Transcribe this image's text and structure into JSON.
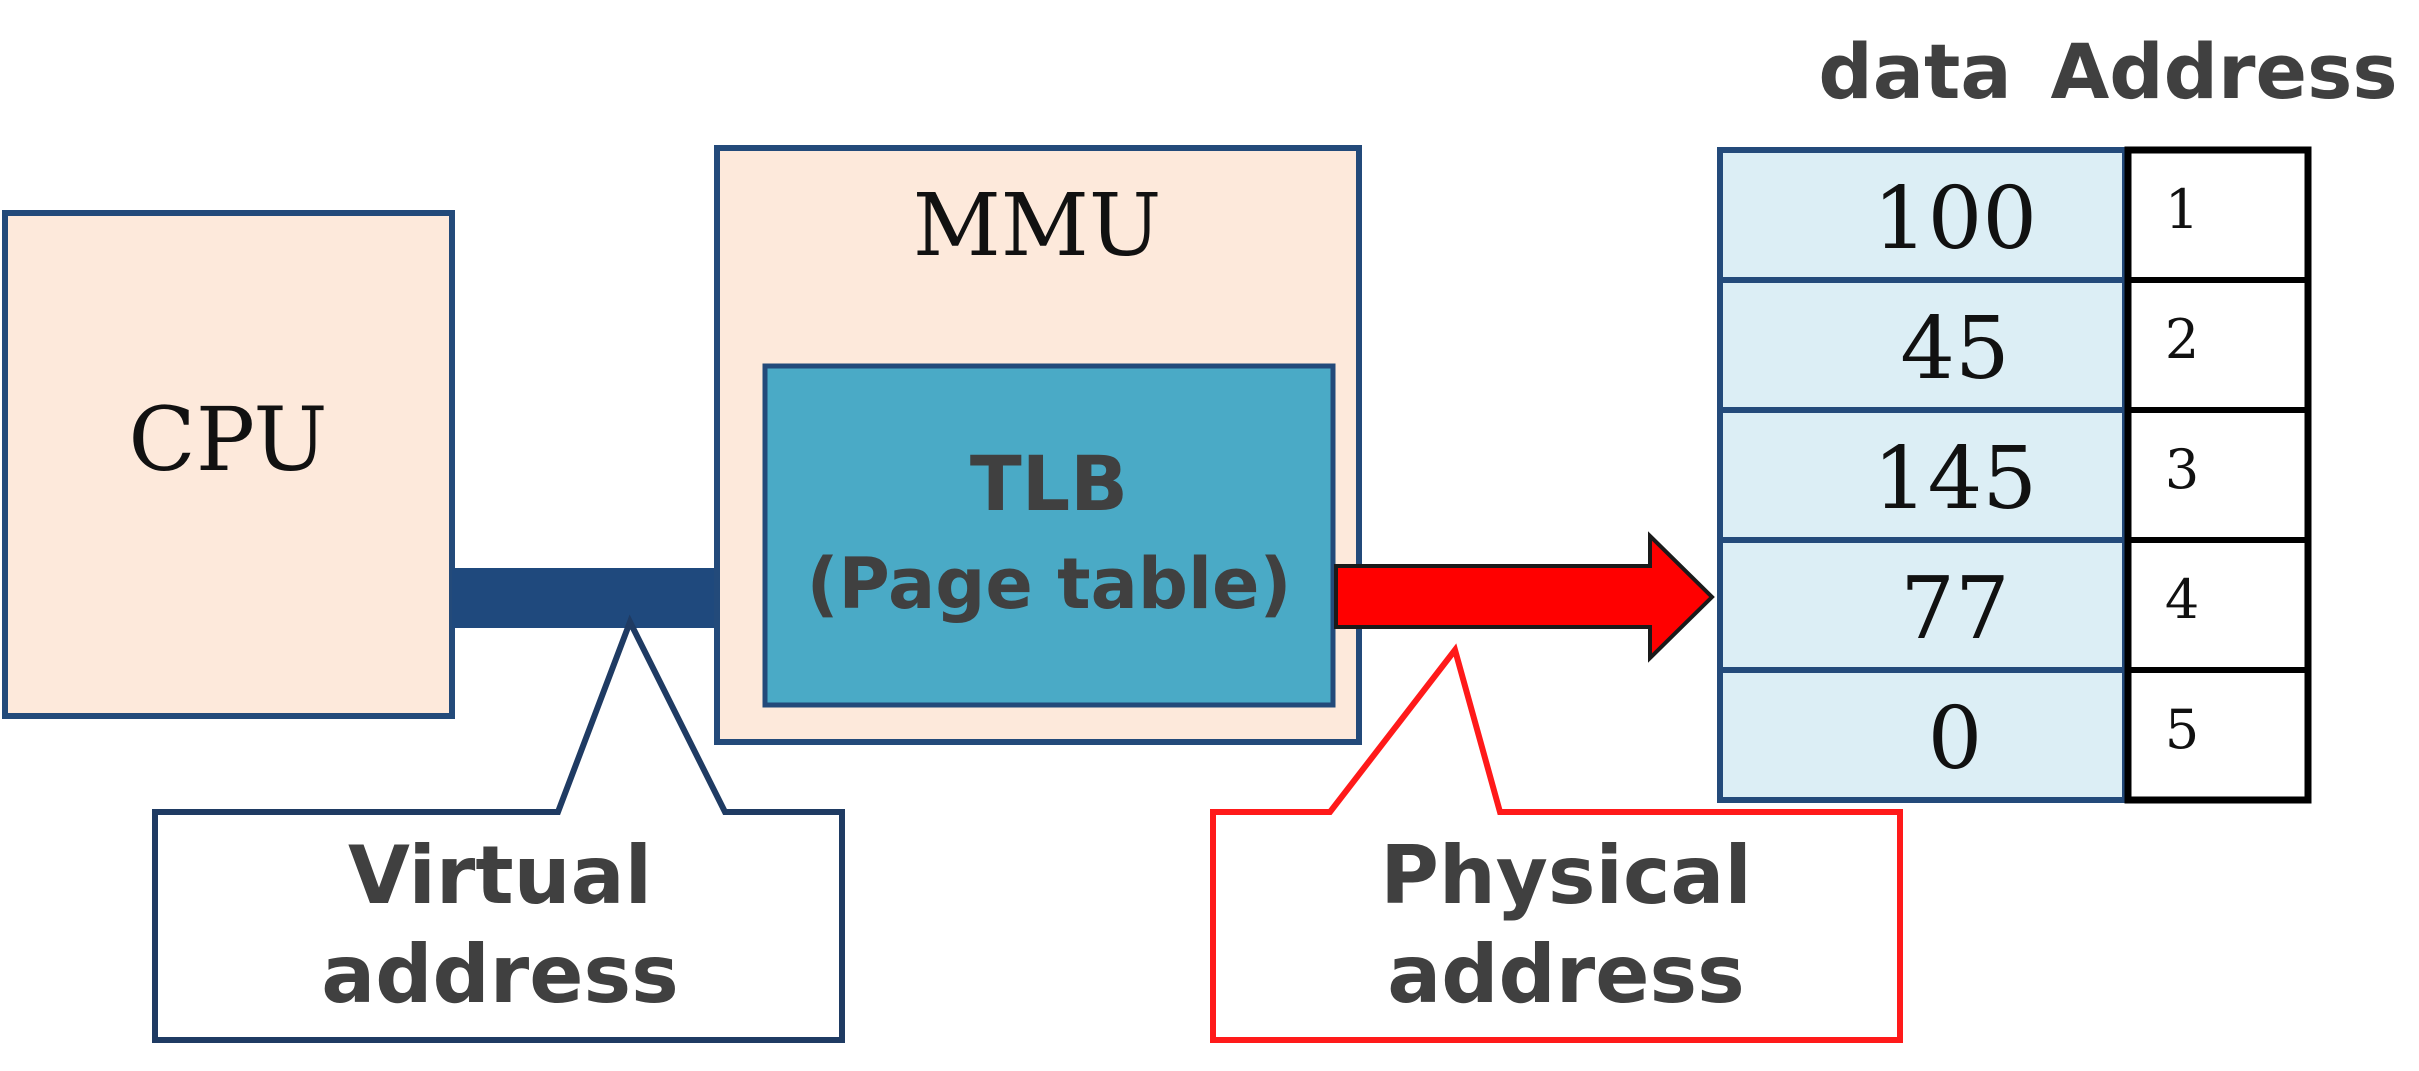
{
  "header": {
    "data_label": "data",
    "address_label": "Address"
  },
  "cpu": {
    "label": "CPU"
  },
  "mmu": {
    "label": "MMU",
    "tlb": {
      "line1": "TLB",
      "line2": "(Page table)"
    }
  },
  "callouts": {
    "virtual": {
      "line1": "Virtual",
      "line2": "address"
    },
    "physical": {
      "line1": "Physical",
      "line2": "address"
    }
  },
  "memory": {
    "rows": [
      {
        "data": "100",
        "address": "1"
      },
      {
        "data": "45",
        "address": "2"
      },
      {
        "data": "145",
        "address": "3"
      },
      {
        "data": "77",
        "address": "4"
      },
      {
        "data": "0",
        "address": "5"
      }
    ]
  },
  "colors": {
    "box_fill": "#fde9db",
    "box_border": "#234a7a",
    "tlb_fill": "#4aaac6",
    "memory_fill": "#dceef5",
    "virtual_bus": "#1f497d",
    "physical_arrow": "#ff0000",
    "text_dark": "#404040",
    "callout_virtual_border": "#1f3b63",
    "callout_physical_border": "#ff1a1a"
  }
}
